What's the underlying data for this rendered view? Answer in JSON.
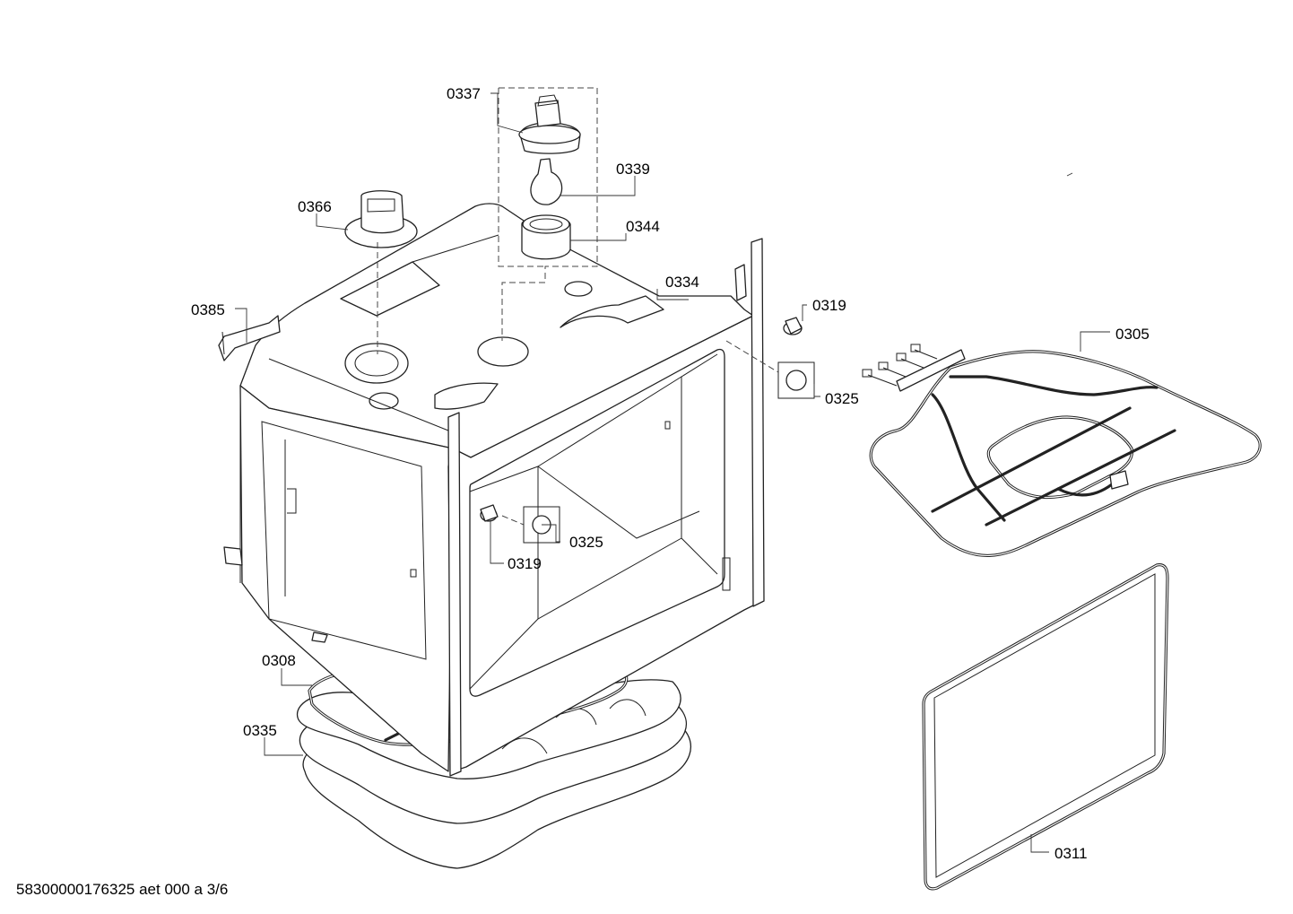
{
  "labels": {
    "p0337": "0337",
    "p0339": "0339",
    "p0344": "0344",
    "p0366": "0366",
    "p0334": "0334",
    "p0319a": "0319",
    "p0385": "0385",
    "p0305": "0305",
    "p0325a": "0325",
    "p0325b": "0325",
    "p0319b": "0319",
    "p0308": "0308",
    "p0335": "0335",
    "p0311": "0311"
  },
  "footer": "58300000176325 aet 000 a 3/6"
}
